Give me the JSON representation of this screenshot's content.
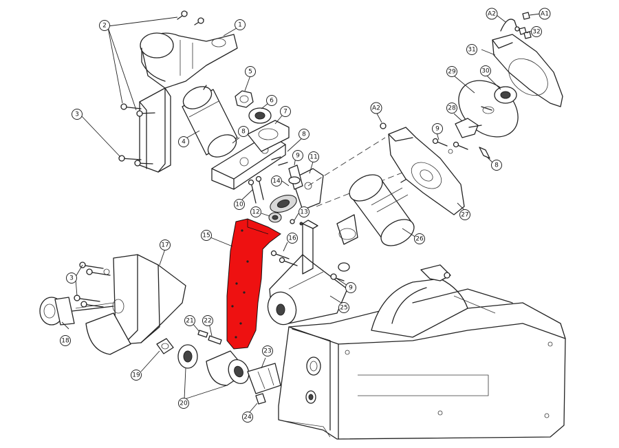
{
  "diagram": {
    "highlight_color": "#ee1111",
    "line_color": "#222222",
    "background": "#ffffff",
    "callouts": [
      {
        "id": "c1",
        "label": "1"
      },
      {
        "id": "c2",
        "label": "2"
      },
      {
        "id": "c3",
        "label": "3"
      },
      {
        "id": "c4",
        "label": "4"
      },
      {
        "id": "c5",
        "label": "5"
      },
      {
        "id": "c6",
        "label": "6"
      },
      {
        "id": "c7",
        "label": "7"
      },
      {
        "id": "c8a",
        "label": "8"
      },
      {
        "id": "c8b",
        "label": "8"
      },
      {
        "id": "c8c",
        "label": "8"
      },
      {
        "id": "c9a",
        "label": "9"
      },
      {
        "id": "c9b",
        "label": "9"
      },
      {
        "id": "c9c",
        "label": "9"
      },
      {
        "id": "c10",
        "label": "10"
      },
      {
        "id": "c11",
        "label": "11"
      },
      {
        "id": "c12",
        "label": "12"
      },
      {
        "id": "c13",
        "label": "13"
      },
      {
        "id": "c14",
        "label": "14"
      },
      {
        "id": "c15",
        "label": "15"
      },
      {
        "id": "c16",
        "label": "16"
      },
      {
        "id": "c17",
        "label": "17"
      },
      {
        "id": "c18",
        "label": "18"
      },
      {
        "id": "c19",
        "label": "19"
      },
      {
        "id": "c20",
        "label": "20"
      },
      {
        "id": "c21",
        "label": "21"
      },
      {
        "id": "c22",
        "label": "22"
      },
      {
        "id": "c23",
        "label": "23"
      },
      {
        "id": "c24",
        "label": "24"
      },
      {
        "id": "c25",
        "label": "25"
      },
      {
        "id": "c26",
        "label": "26"
      },
      {
        "id": "c27",
        "label": "27"
      },
      {
        "id": "c28",
        "label": "28"
      },
      {
        "id": "c29",
        "label": "29"
      },
      {
        "id": "c30",
        "label": "30"
      },
      {
        "id": "c31",
        "label": "31"
      },
      {
        "id": "c32",
        "label": "32"
      },
      {
        "id": "cA1",
        "label": "A1"
      },
      {
        "id": "cA2a",
        "label": "A2"
      },
      {
        "id": "cA2b",
        "label": "A2"
      },
      {
        "id": "c3b",
        "label": "3"
      }
    ]
  }
}
